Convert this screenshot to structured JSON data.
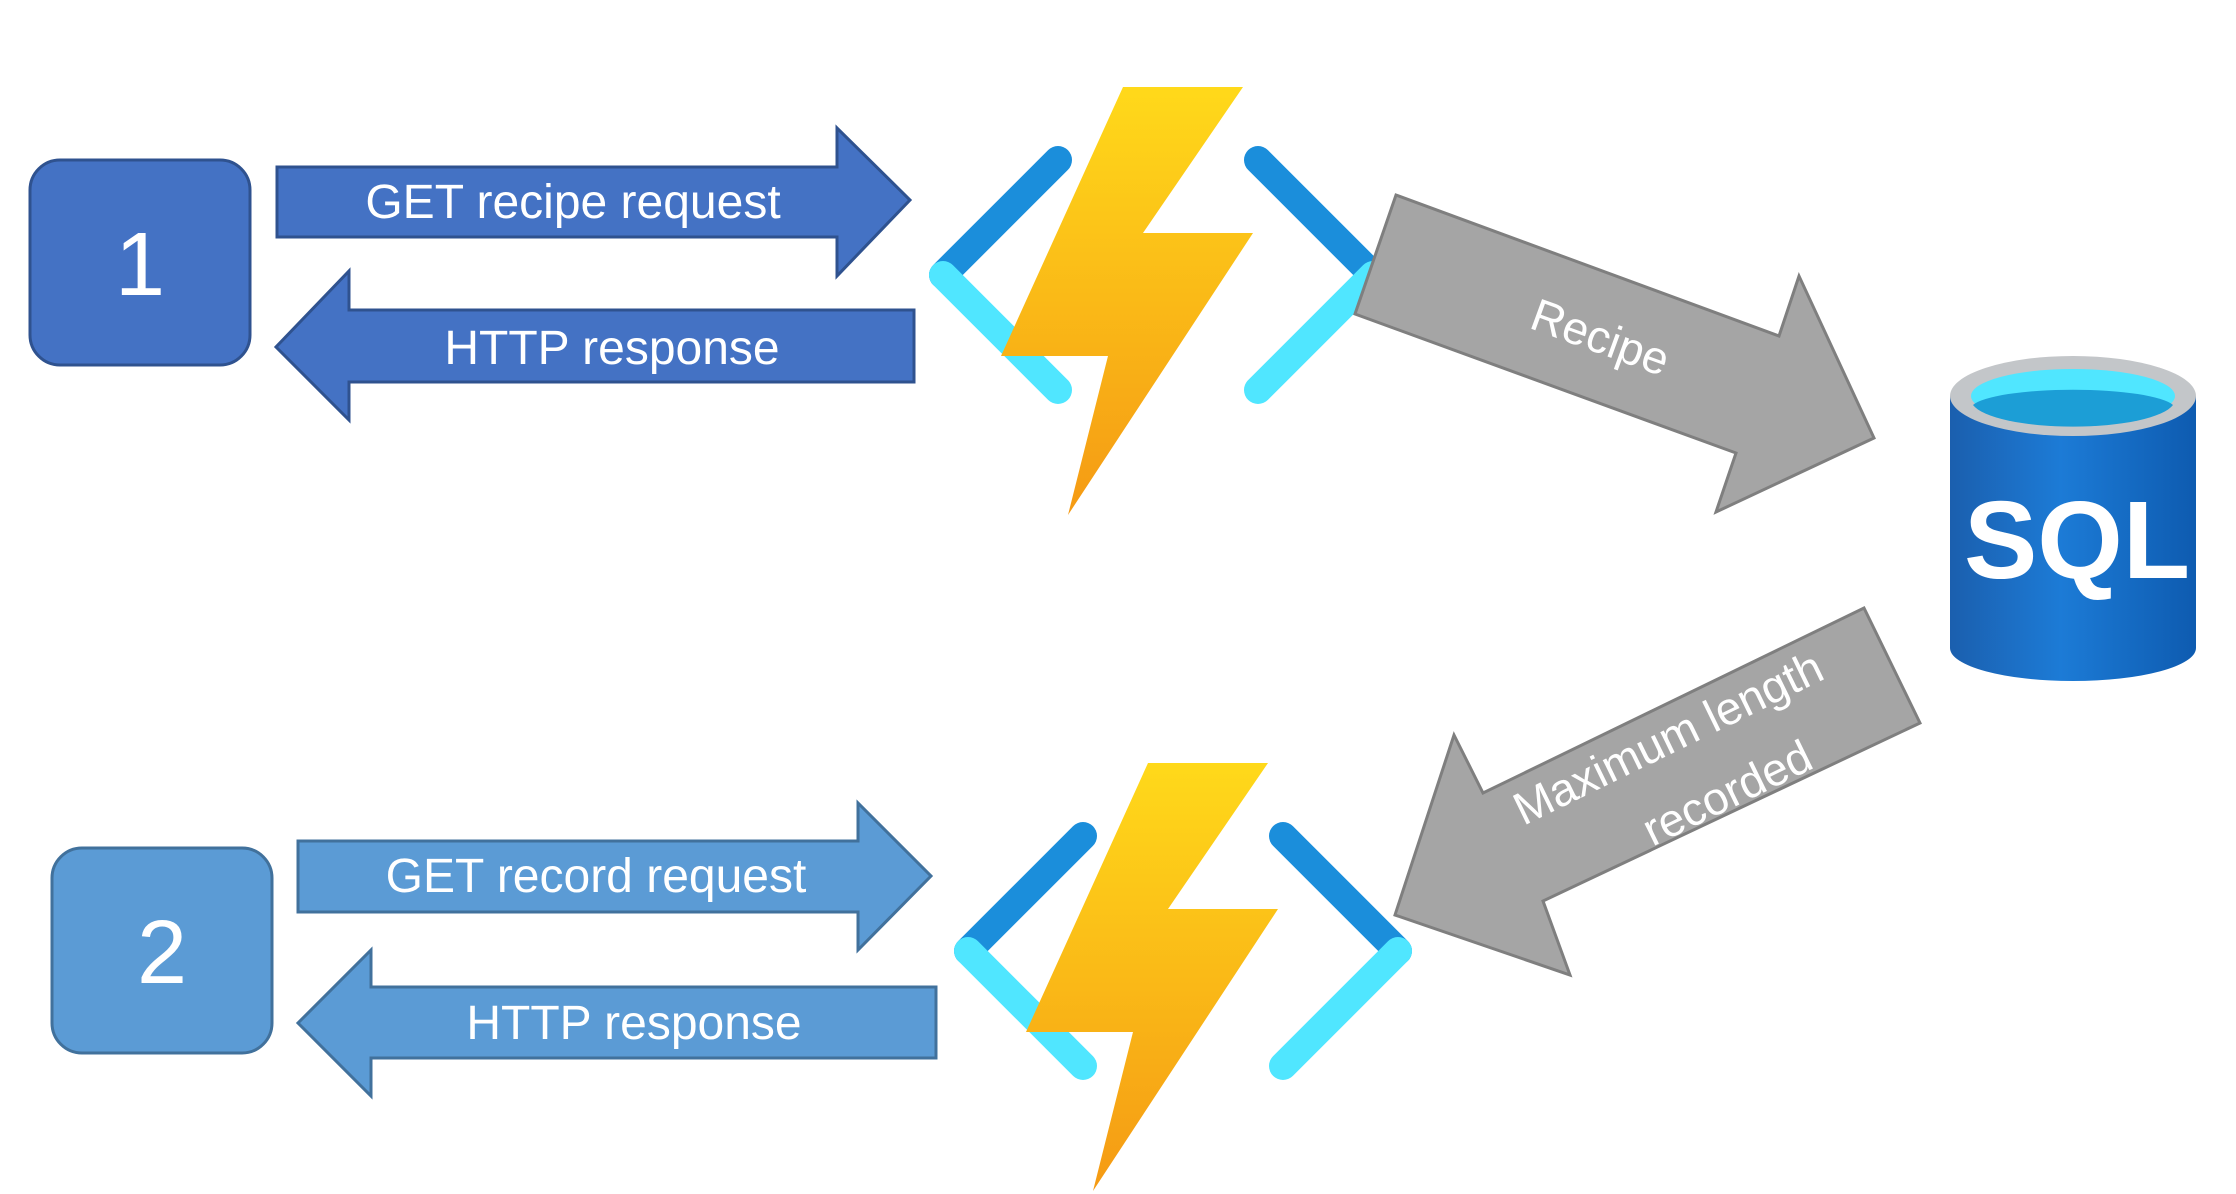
{
  "flow1": {
    "node_label": "1",
    "request_label": "GET recipe request",
    "response_label": "HTTP response",
    "color": "#4472C4",
    "border": "#2F528F"
  },
  "flow2": {
    "node_label": "2",
    "request_label": "GET record request",
    "response_label": "HTTP response",
    "color": "#5B9BD5",
    "border": "#41719C"
  },
  "to_db": {
    "label": "Recipe",
    "color": "#A5A5A5"
  },
  "from_db": {
    "label_line1": "Maximum length",
    "label_line2": "recorded",
    "color": "#A5A5A5"
  },
  "database": {
    "label": "SQL",
    "icon": "sql-database-icon"
  },
  "functions": {
    "icon": "azure-functions-icon"
  }
}
